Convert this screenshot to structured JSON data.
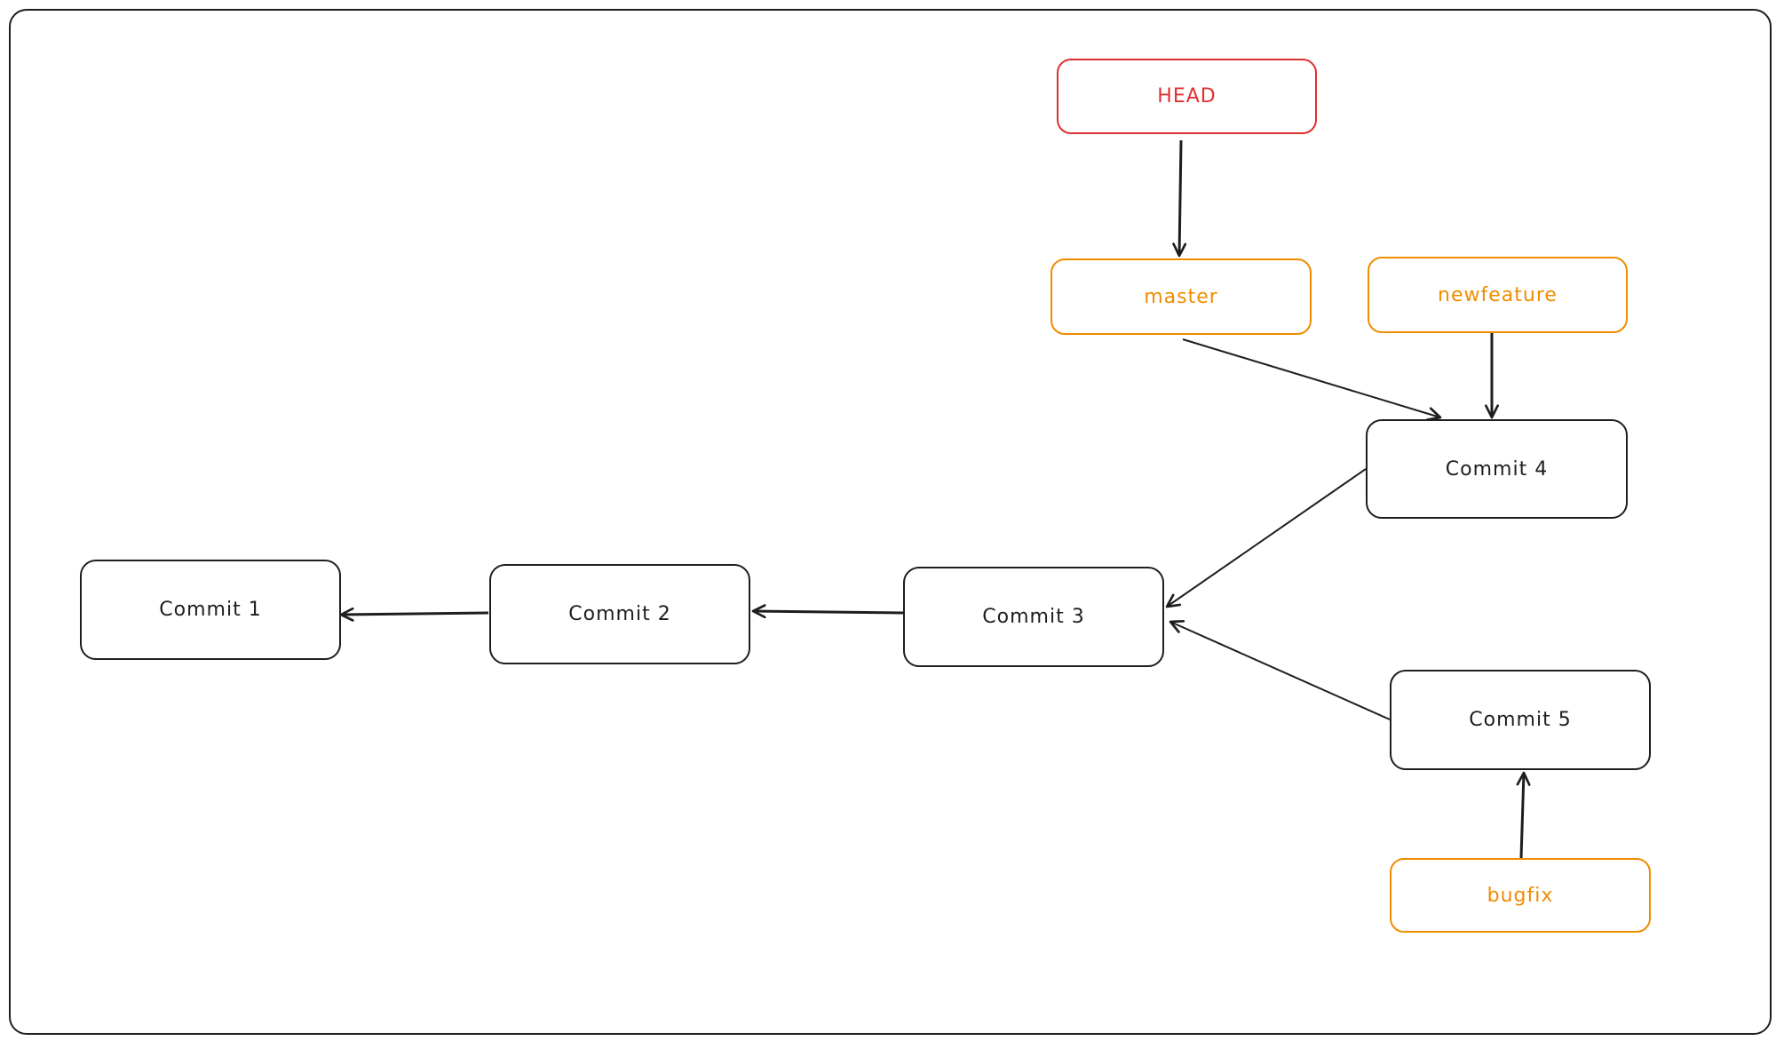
{
  "colors": {
    "ink": "#1e1e1e",
    "head": "#e03131",
    "branch": "#f08c00"
  },
  "nodes": {
    "head": {
      "label": "HEAD",
      "kind": "pointer"
    },
    "master": {
      "label": "master",
      "kind": "branch"
    },
    "newfeature": {
      "label": "newfeature",
      "kind": "branch"
    },
    "bugfix": {
      "label": "bugfix",
      "kind": "branch"
    },
    "commit1": {
      "label": "Commit 1",
      "kind": "commit"
    },
    "commit2": {
      "label": "Commit 2",
      "kind": "commit"
    },
    "commit3": {
      "label": "Commit 3",
      "kind": "commit"
    },
    "commit4": {
      "label": "Commit 4",
      "kind": "commit"
    },
    "commit5": {
      "label": "Commit 5",
      "kind": "commit"
    }
  },
  "edges": [
    {
      "from": "head",
      "to": "master"
    },
    {
      "from": "master",
      "to": "commit4"
    },
    {
      "from": "newfeature",
      "to": "commit4"
    },
    {
      "from": "commit4",
      "to": "commit3"
    },
    {
      "from": "commit5",
      "to": "commit3"
    },
    {
      "from": "bugfix",
      "to": "commit5"
    },
    {
      "from": "commit3",
      "to": "commit2"
    },
    {
      "from": "commit2",
      "to": "commit1"
    }
  ]
}
